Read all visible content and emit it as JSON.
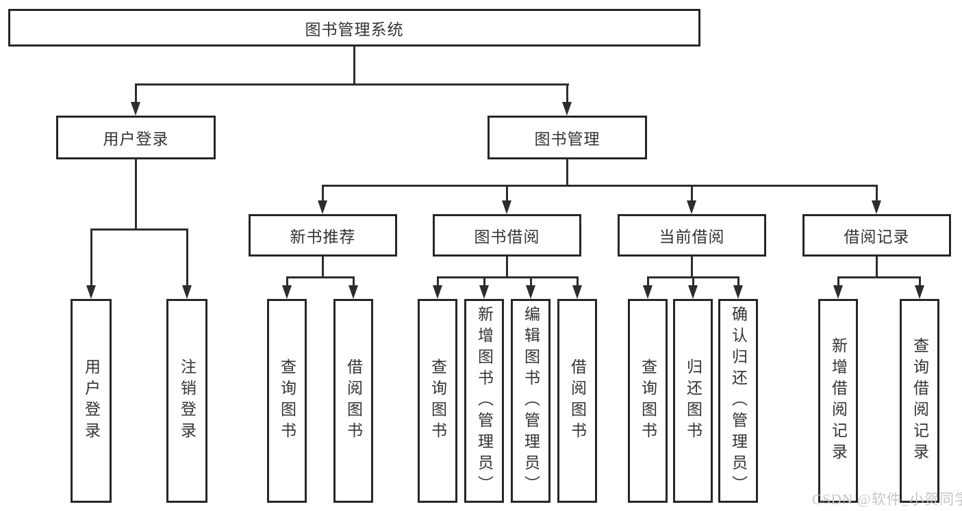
{
  "colors": {
    "background": "#ffffff",
    "line": "#2d2d2d",
    "box_border": "#262626",
    "text": "#333333",
    "watermark": "#c6c6c6"
  },
  "tree": {
    "root": "图书管理系统",
    "branches": [
      {
        "label": "用户登录",
        "leaves": [
          "用户登录",
          "注销登录"
        ]
      },
      {
        "label": "图书管理",
        "groups": [
          {
            "label": "新书推荐",
            "leaves": [
              "查询图书",
              "借阅图书"
            ]
          },
          {
            "label": "图书借阅",
            "leaves": [
              "查询图书",
              "新增图书（管理员）",
              "编辑图书（管理员）",
              "借阅图书"
            ]
          },
          {
            "label": "当前借阅",
            "leaves": [
              "查询图书",
              "归还图书",
              "确认归还（管理员）"
            ]
          },
          {
            "label": "借阅记录",
            "leaves": [
              "新增借阅记录",
              "查询借阅记录"
            ]
          }
        ]
      }
    ]
  },
  "watermark": "CSDN @软件_小贺同学"
}
